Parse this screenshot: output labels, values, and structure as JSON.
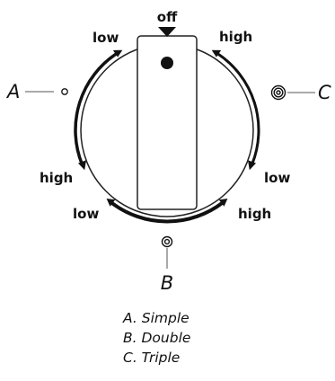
{
  "knob": {
    "off_label": "off",
    "ring_a": {
      "low_label": "low",
      "high_label": "high"
    },
    "ring_b": {
      "low_label": "low",
      "high_label": "high"
    },
    "ring_c": {
      "high_label": "high",
      "low_label": "low"
    }
  },
  "callouts": {
    "a": "A",
    "b": "B",
    "c": "C"
  },
  "legend": [
    "A. Simple",
    "B. Double",
    "C. Triple"
  ]
}
